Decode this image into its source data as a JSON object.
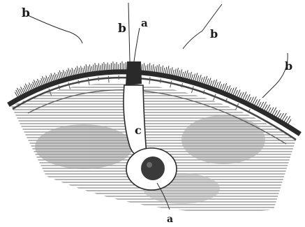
{
  "figure": {
    "labels": {
      "b_left": "b",
      "b_center": "b",
      "a_top": "a",
      "b_right": "b",
      "b_far_right": "b",
      "c_center": "c",
      "a_bottom": "a"
    },
    "colors": {
      "ink": "#1a1a1a",
      "hatching": "#3a3a3a",
      "paper": "#ffffff",
      "shading": "#8a8a8a"
    }
  }
}
